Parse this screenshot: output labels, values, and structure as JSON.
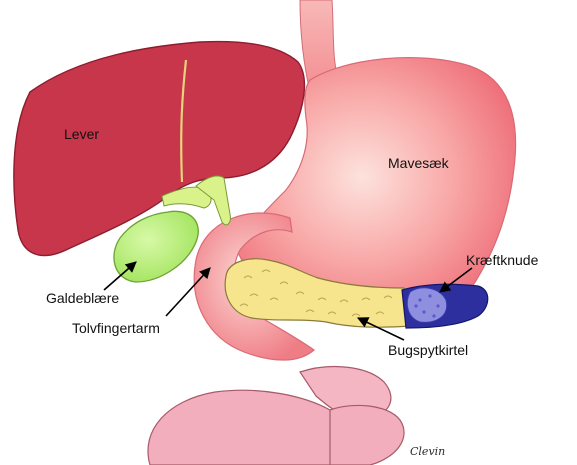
{
  "labels": {
    "liver": "Lever",
    "stomach": "Mavesæk",
    "gallbladder": "Galdeblære",
    "duodenum": "Tolvfingertarm",
    "tumor": "Kræftknude",
    "pancreas": "Bugspytkirtel"
  },
  "signature": "Clevin",
  "colors": {
    "liver": "#c8364b",
    "stomach": "#f58a8f",
    "stomach_highlight": "#fcd3d0",
    "intestine": "#f1a8b8",
    "gallbladder": "#b6ec7b",
    "bile_duct": "#d9f28a",
    "pancreas": "#f6e58c",
    "tumor": "#2d2f9e"
  }
}
